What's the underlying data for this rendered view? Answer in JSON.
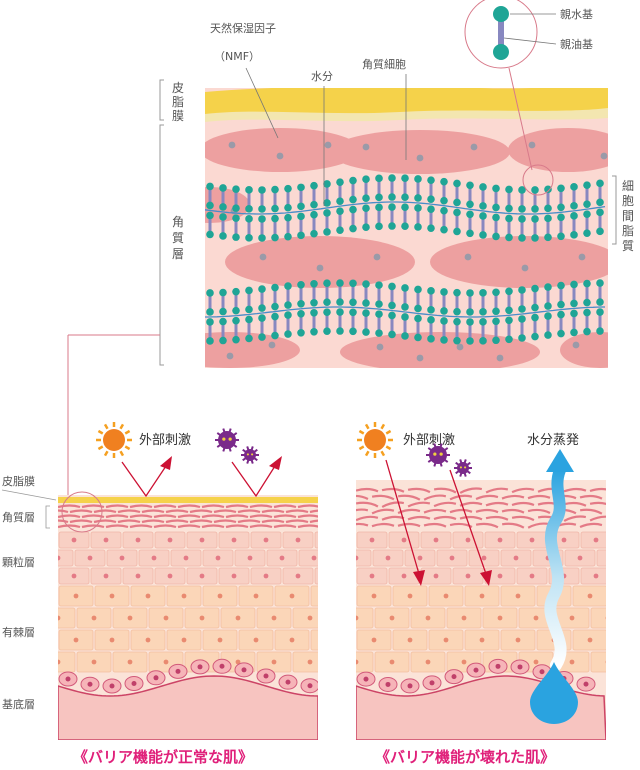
{
  "legend": {
    "hydrophilic": "親水基",
    "lipophilic": "親油基"
  },
  "top_diagram": {
    "nmf_line1": "天然保湿因子",
    "nmf_line2": "（NMF）",
    "water": "水分",
    "corneocyte": "角質細胞",
    "sebum_film": [
      "皮",
      "脂",
      "膜"
    ],
    "stratum_corneum": [
      "角",
      "質",
      "層"
    ],
    "intercellular_lipid": [
      "細",
      "胞",
      "間",
      "脂",
      "質"
    ]
  },
  "layers": {
    "sebum": "皮脂膜",
    "corneum": "角質層",
    "granular": "顆粒層",
    "spinous": "有棘層",
    "basal": "基底層"
  },
  "normal": {
    "stimulus": "外部刺激",
    "caption": "《バリア機能が正常な肌》"
  },
  "damaged": {
    "stimulus": "外部刺激",
    "evaporation": "水分蒸発",
    "caption": "《バリア機能が壊れた肌》"
  },
  "colors": {
    "sebum": "#f5d24a",
    "corneocyte": "#eda0a0",
    "skin_bg": "#fbd9d2",
    "lipid_head": "#1fa596",
    "lipid_tail": "#8888c0",
    "water_line": "#4a8cc8",
    "arrow": "#cc1133",
    "caption": "#e0207a",
    "water_arrow": "#2aa3e0",
    "sun": "#f08020",
    "germ": "#7a2a8a"
  },
  "icons": [
    "sun-icon",
    "germ-icon",
    "water-drop-icon"
  ]
}
